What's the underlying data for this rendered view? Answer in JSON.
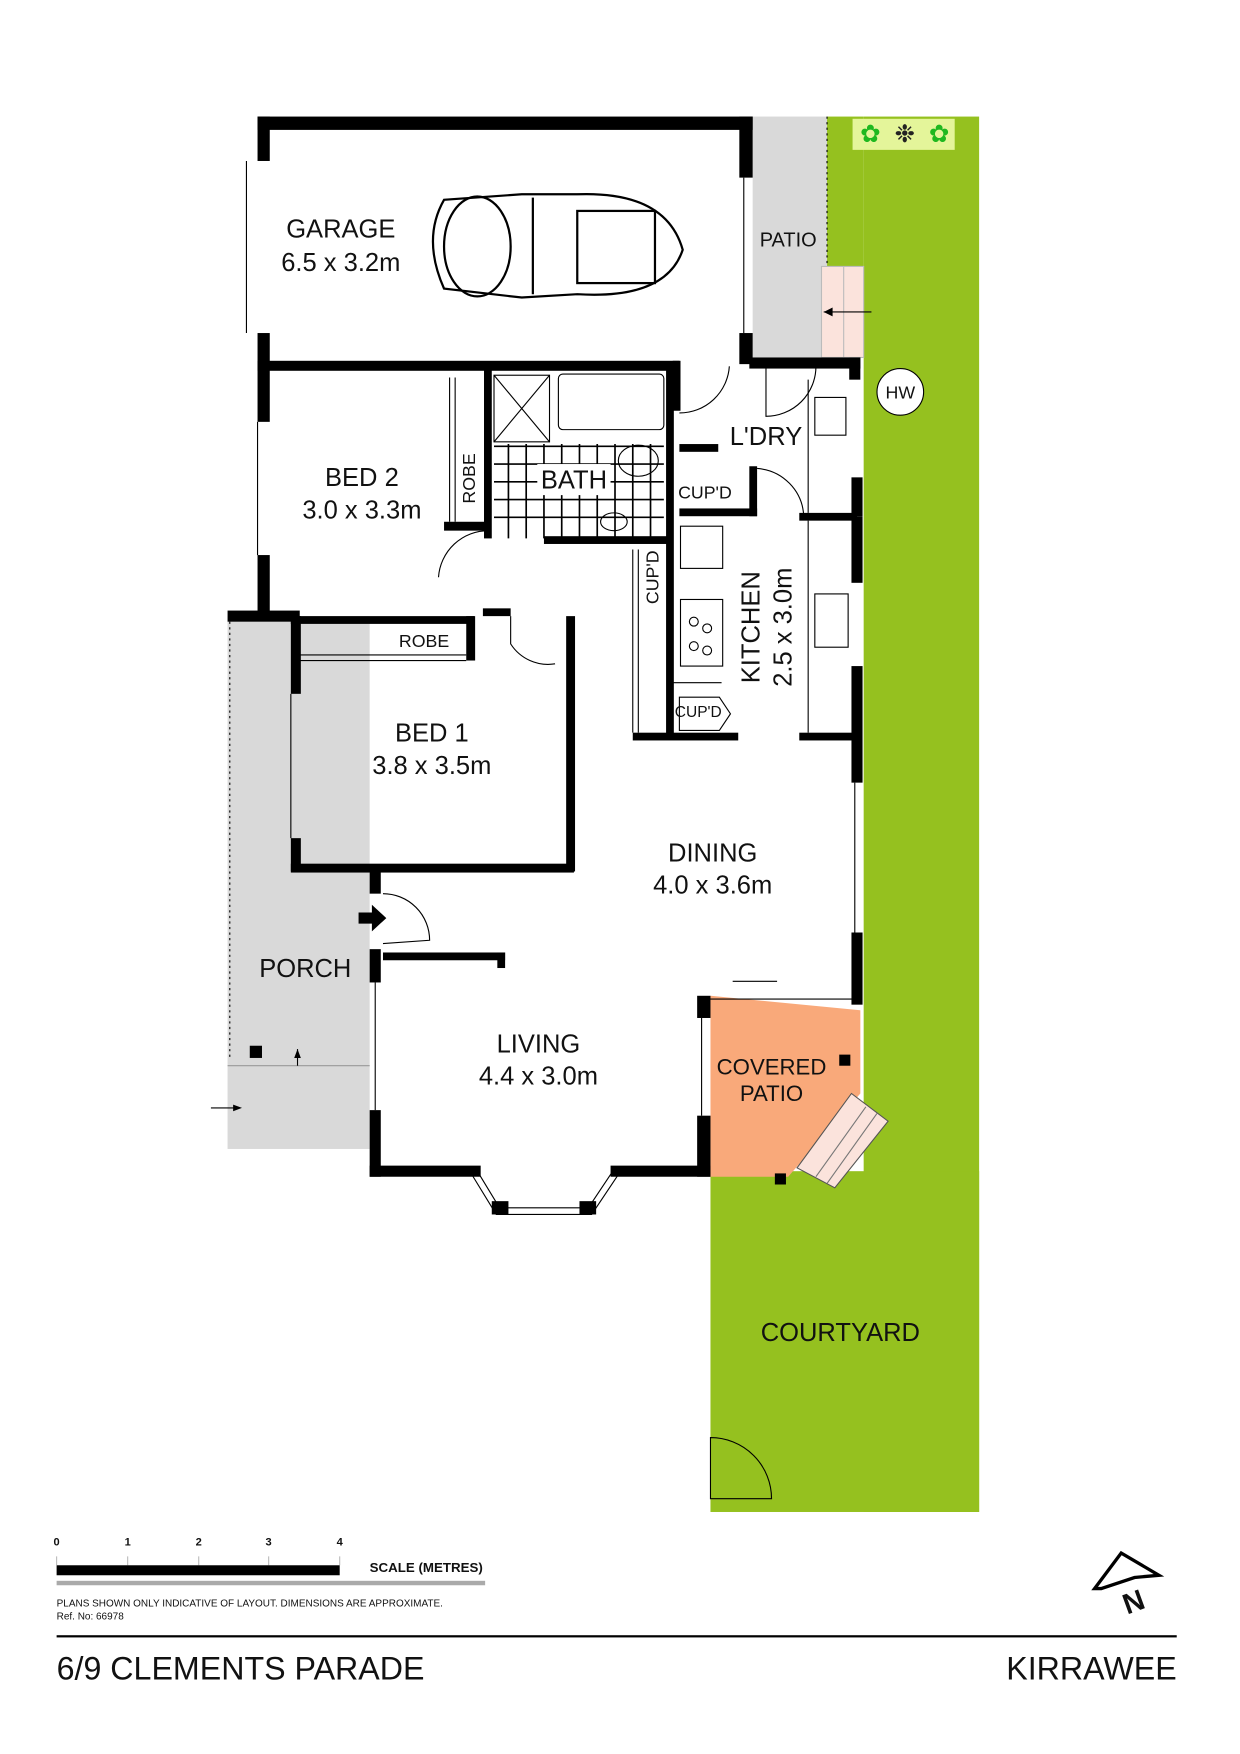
{
  "rooms": {
    "garage": {
      "name": "GARAGE",
      "size": "6.5 x 3.2m"
    },
    "bed2": {
      "name": "BED 2",
      "size": "3.0 x 3.3m"
    },
    "bed1": {
      "name": "BED 1",
      "size": "3.8 x 3.5m"
    },
    "kitchen": {
      "name": "KITCHEN",
      "size": "2.5 x 3.0m"
    },
    "dining": {
      "name": "DINING",
      "size": "4.0 x 3.6m"
    },
    "living": {
      "name": "LIVING",
      "size": "4.4 x 3.0m"
    },
    "bath": {
      "name": "BATH"
    },
    "laundry": {
      "name": "L'DRY"
    },
    "patio": {
      "name": "PATIO"
    },
    "porch": {
      "name": "PORCH"
    },
    "covered_patio": {
      "line1": "COVERED",
      "line2": "PATIO"
    },
    "courtyard": {
      "name": "COURTYARD"
    }
  },
  "labels": {
    "robe_bed2": "ROBE",
    "robe_bed1": "ROBE",
    "cupd_laundry": "CUP'D",
    "cupd_hall": "CUP'D",
    "cupd_kitchen": "CUP'D",
    "hot_water": "HW"
  },
  "scale": {
    "ticks": [
      "0",
      "1",
      "2",
      "3",
      "4"
    ],
    "label": "SCALE (METRES)"
  },
  "disclaimer": "PLANS SHOWN ONLY INDICATIVE OF LAYOUT.  DIMENSIONS ARE APPROXIMATE.",
  "ref": "Ref. No: 66978",
  "north_label": "N",
  "footer": {
    "address": "6/9 CLEMENTS PARADE",
    "suburb": "KIRRAWEE"
  },
  "colors": {
    "lawn": "#95c11f",
    "paving": "#d9d9d9",
    "covered_patio": "#f9a97a",
    "steps": "#fbe3dc"
  }
}
